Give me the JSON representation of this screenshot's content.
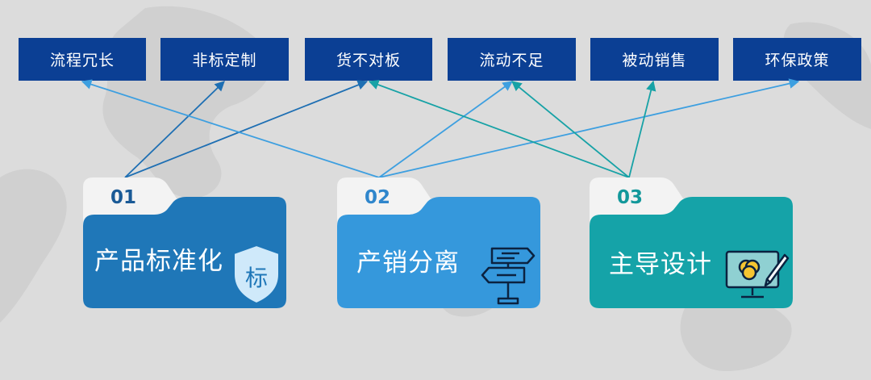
{
  "problems": [
    {
      "label": "流程冗长"
    },
    {
      "label": "非标定制"
    },
    {
      "label": "货不对板"
    },
    {
      "label": "流动不足"
    },
    {
      "label": "被动销售"
    },
    {
      "label": "环保政策"
    }
  ],
  "solutions": [
    {
      "number": "01",
      "title": "产品标准化",
      "icon": "shield-icon",
      "icon_text": "标",
      "color": "#1f77b8",
      "number_color": "#1a5a96"
    },
    {
      "number": "02",
      "title": "产销分离",
      "icon": "signpost-icon",
      "color": "#3598dc",
      "number_color": "#2f86cc"
    },
    {
      "number": "03",
      "title": "主导设计",
      "icon": "design-monitor-icon",
      "color": "#15a3a8",
      "number_color": "#12989b"
    }
  ],
  "colors": {
    "box_bg": "#0b3f94",
    "line_blue_dark": "#1e6fb3",
    "line_blue_light": "#3d9fe0",
    "line_teal": "#17a2a6",
    "folder_tab": "#f3f3f3"
  }
}
